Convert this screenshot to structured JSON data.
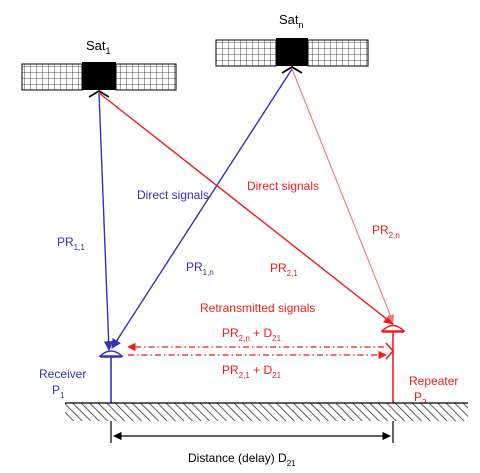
{
  "satellites": {
    "sat1": {
      "base": "Sat",
      "sub": "1"
    },
    "satn": {
      "base": "Sat",
      "sub": "n"
    }
  },
  "labels": {
    "direct_signals_blue": "Direct signals",
    "direct_signals_red": "Direct signals",
    "pr11": {
      "base": "PR",
      "sub": "1,1"
    },
    "pr1n": {
      "base": "PR",
      "sub": "1,n"
    },
    "pr21": {
      "base": "PR",
      "sub": "2,1"
    },
    "pr2n": {
      "base": "PR",
      "sub": "2,n"
    },
    "retransmitted": "Retransmitted signals",
    "eq_top": {
      "a": "PR",
      "a_sub": "2,n",
      "plus": " + D",
      "b_sub": "21"
    },
    "eq_bottom": {
      "a": "PR",
      "a_sub": "2,1",
      "plus": " + D",
      "b_sub": "21"
    },
    "receiver": {
      "title": "Receiver",
      "base": "P",
      "sub": "1"
    },
    "repeater": {
      "title": "Repeater",
      "base": "P",
      "sub": "2"
    },
    "distance": {
      "base": "Distance (delay) D",
      "sub": "21"
    }
  },
  "colors": {
    "blue": "#3333b3",
    "red": "#ee1c1c",
    "light_red": "#f07a7a",
    "black": "#000000"
  }
}
